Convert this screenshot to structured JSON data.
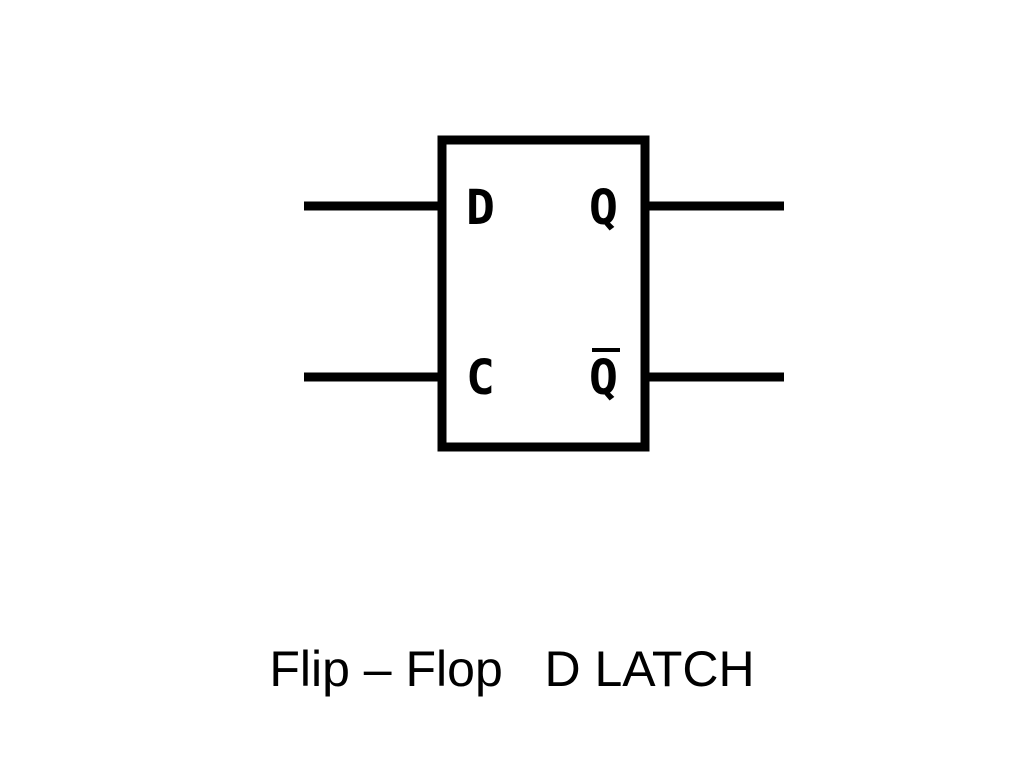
{
  "diagram": {
    "pins": {
      "d": "D",
      "c": "C",
      "q": "Q",
      "q_bar": "Q"
    },
    "stroke_color": "#000000"
  },
  "caption": "Flip – Flop   D LATCH"
}
